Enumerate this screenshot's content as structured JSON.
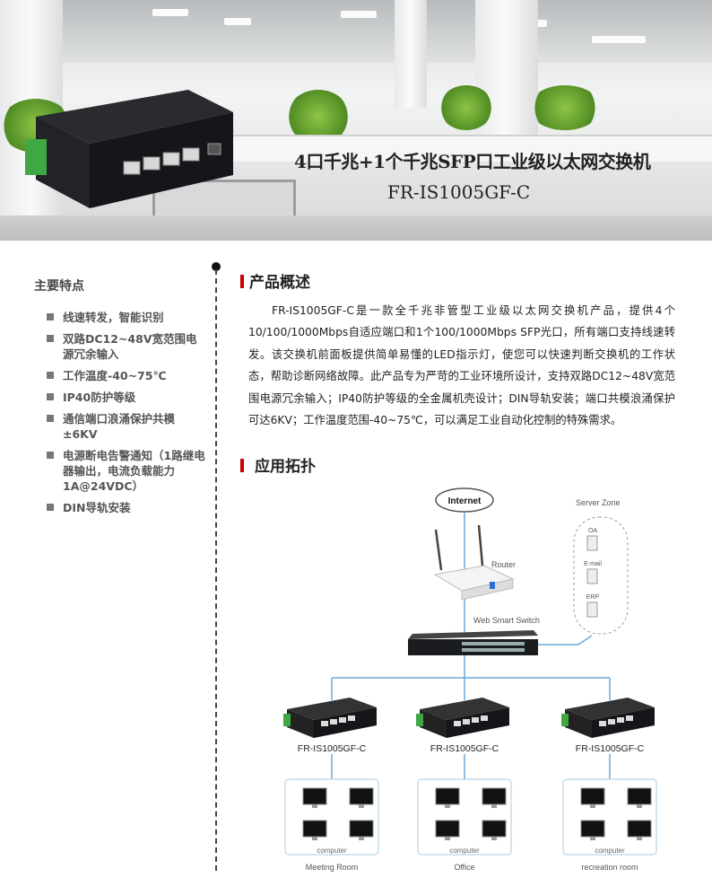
{
  "banner": {
    "title": "4口千兆+1个千兆SFP口工业级以太网交换机",
    "model": "FR-IS1005GF-C"
  },
  "features": {
    "title": "主要特点",
    "items": [
      "线速转发，智能识别",
      "双路DC12~48V宽范围电源冗余输入",
      "工作温度-40~75℃",
      "IP40防护等级",
      "通信端口浪涌保护共模±6KV",
      "电源断电告警通知（1路继电器输出，电流负载能力1A@24VDC）",
      "DIN导轨安装"
    ]
  },
  "overview": {
    "heading": "产品概述",
    "text": "FR-IS1005GF-C是一款全千兆非管型工业级以太网交换机产品，提供4个10/100/1000Mbps自适应端口和1个100/1000Mbps SFP光口，所有端口支持线速转发。该交换机前面板提供简单易懂的LED指示灯，使您可以快速判断交换机的工作状态，帮助诊断网络故障。此产品专为严苛的工业环境所设计，支持双路DC12~48V宽范围电源冗余输入；IP40防护等级的全金属机壳设计；DIN导轨安装；端口共模浪涌保护可达6KV；工作温度范围-40~75℃，可以满足工业自动化控制的特殊需求。"
  },
  "topology": {
    "heading": "应用拓扑",
    "internet": "Internet",
    "router": "Router",
    "core_switch": "Web Smart Switch",
    "server_zone": {
      "label": "Server Zone",
      "servers": [
        "OA",
        "E-mail",
        "ERP"
      ]
    },
    "edge_switches": [
      "FR-IS1005GF-C",
      "FR-IS1005GF-C",
      "FR-IS1005GF-C"
    ],
    "rooms": [
      {
        "computer_label": "computer",
        "name": "Meeting Room"
      },
      {
        "computer_label": "computer",
        "name": "Office"
      },
      {
        "computer_label": "computer",
        "name": "recreation room"
      }
    ]
  },
  "colors": {
    "accent": "#cc0000",
    "line": "#6aa8d8"
  }
}
